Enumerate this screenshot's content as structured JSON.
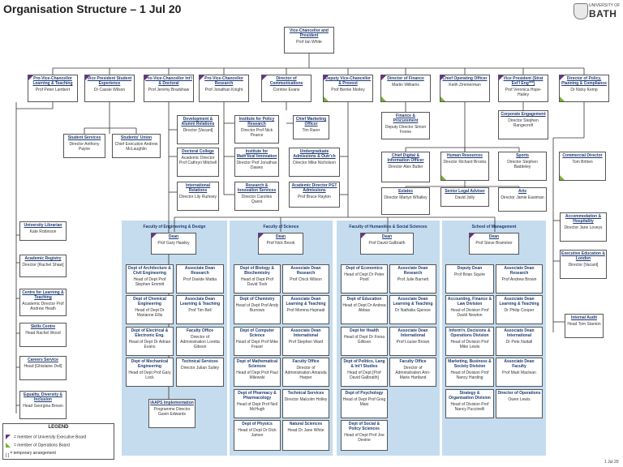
{
  "title": "Organisation Structure – 1 Jul 20",
  "logo": {
    "university": "UNIVERSITY OF",
    "name": "BATH"
  },
  "footer": "1 Jul 20",
  "legend": {
    "title": "LEGEND",
    "ueb": "= member of University Executive Board",
    "ops": "= member of Operations Board",
    "temp_symbol": "[ ]",
    "temp": "= temporary arrangement"
  },
  "faculty_labels": {
    "eng": "Faculty of Engineering & Design",
    "sci": "Faculty of Science",
    "hss": "Faculty of Humanities & Social Sciences",
    "som": "School of Management"
  },
  "boxes": {
    "vc": [
      "Vice-Chancellor and President",
      "Prof Ian White"
    ],
    "pvc_lt": [
      "Pro-Vice-Chancellor Learning & Teaching",
      "Prof Peter Lambert"
    ],
    "vp_se": [
      "Vice President Student Experience",
      "Dr Cassie Wilson"
    ],
    "pvc_int": [
      "Pro-Vice-Chancellor Int'l & Doctoral",
      "Prof Jeremy Bradshaw"
    ],
    "pvc_res": [
      "Pro-Vice-Chancellor Research",
      "Prof Jonathan Knight"
    ],
    "dir_comms": [
      "Director of Communications",
      "Corinne Evans"
    ],
    "dvc": [
      "Deputy Vice-Chancellor & Provost",
      "Prof Bernie Morley"
    ],
    "dir_fin": [
      "Director of Finance",
      "Martin Williams"
    ],
    "coo": [
      "Chief Operating Officer",
      "Keith Zimmerman"
    ],
    "vp_ext": [
      "Vice President (Strat Ext'l Eng***)",
      "Prof Veronica Hope-Hailey"
    ],
    "dir_policy": [
      "Director of Policy, Planning & Compliance",
      "Dr Nicky Kemp"
    ],
    "dev_alumni": [
      "Development & Alumni Relations",
      "Director [Vacant]"
    ],
    "ipr": [
      "Institute for Policy Research",
      "Director Prof Nick Pearce"
    ],
    "cmo": [
      "Chief Marketing Officer",
      "Tim Rarer"
    ],
    "fin_proc": [
      "Finance & Procurement",
      "Deputy Director Simon Fenne"
    ],
    "corp_eng": [
      "Corporate Engagement",
      "Director Stephen Rangecroft"
    ],
    "student_services": [
      "Student Services",
      "Director Anthony Payne"
    ],
    "su": [
      "Students' Union",
      "Chief Executive Andrew McLaughlin"
    ],
    "doc_college": [
      "Doctoral College",
      "Academic Director Prof Cathryn Mitchell"
    ],
    "imi": [
      "Institute for Math'tical Innovation",
      "Director Prof Jonathan Dawes"
    ],
    "ug_adm": [
      "Undergraduate Admissions & Outr'ch",
      "Director Mike Nicholson"
    ],
    "cdio": [
      "Chief Digital & Information Officer",
      "Director Alex Butler"
    ],
    "hr": [
      "Human Resources",
      "Director Richard Brooks"
    ],
    "sports": [
      "Sports",
      "Director Stephen Baddeley"
    ],
    "comm_dir": [
      "Commercial Director",
      "Tom Britten"
    ],
    "intl_rel": [
      "International Relations",
      "Director Lily Rumsey"
    ],
    "ris": [
      "Research & Innovation Services",
      "Director Caroline Quest"
    ],
    "pgt_adm": [
      "Academic Director PGT Admissions",
      "Prof Bruce Rayton"
    ],
    "estates": [
      "Estates",
      "Director Martyn Whalley"
    ],
    "legal": [
      "Senior Legal Adviser",
      "David Jolly"
    ],
    "arts": [
      "Arts",
      "Director Jamie Eastman"
    ],
    "librarian": [
      "University Librarian",
      "Kate Robinson"
    ],
    "registry": [
      "Academic Registry",
      "Director [Rachel Shaw]"
    ],
    "clt": [
      "Centre for Learning & Teaching",
      "Academic Director Prof Andrew Heath"
    ],
    "skills": [
      "Skills Centre",
      "Head Rachel Wood"
    ],
    "careers": [
      "Careers Service",
      "Head [Ghislaine Dell]"
    ],
    "edi": [
      "Equality, Diversity & Inclusion",
      "Head Georgina Brown"
    ],
    "iaaps": [
      "IAAPS Implementation",
      "Programme Director Gavin Edwards"
    ],
    "accom": [
      "Accommodation & Hospitality",
      "Director Jane Loveys"
    ],
    "exec_ed": [
      "Executive Education & London",
      "Director [Vacant]"
    ],
    "audit": [
      "Internal Audit",
      "Head Tom Stanton"
    ],
    "eng_dean": [
      "Dean",
      "Prof Gary Hawley"
    ],
    "e_arch": [
      "Dept of Architecture & Civil Engineering",
      "Head of Dept Prof Stephen Emmitt"
    ],
    "e_adr": [
      "Associate Dean Research",
      "Prof Davide Mattia"
    ],
    "e_chem": [
      "Dept of Chemical Engineering",
      "Head of Dept Dr Marianne Ellis"
    ],
    "e_adlt": [
      "Associate Dean Learning & Teaching",
      "Prof Tim Bell"
    ],
    "e_elec": [
      "Dept of Electrical & Electronic Eng.",
      "Head of Dept Dr Adrian Evans"
    ],
    "e_fac": [
      "Faculty Office",
      "Director of Administration Loretta Gibson"
    ],
    "e_mech": [
      "Dept of Mechanical Engineering",
      "Head of Dept Prof Gary Lock"
    ],
    "e_tech": [
      "Technical Services",
      "Director Julian Sulley"
    ],
    "sci_dean": [
      "Dean",
      "Prof Nick Brook"
    ],
    "s_bio": [
      "Dept of Biology & Biochemistry",
      "Head of Dept Prof David Tosh"
    ],
    "s_adr": [
      "Associate Dean Research",
      "Prof Chick Wilson"
    ],
    "s_chem": [
      "Dept of Chemistry",
      "Head of Dept Prof Andy Burrows"
    ],
    "s_adlt": [
      "Associate Dean Learning & Teaching",
      "Prof Momna Hejmadi"
    ],
    "s_cs": [
      "Dept of Computer Science",
      "Head of Dept Prof Mike Fraser"
    ],
    "s_adi": [
      "Associate Dean International",
      "Prof Stephen Ward"
    ],
    "s_math": [
      "Dept of Mathematical Sciences",
      "Head of Dept Prof Paul Milewski"
    ],
    "s_fac": [
      "Faculty Office",
      "Director of Administration Amanda Harper"
    ],
    "s_pharm": [
      "Dept of Pharmacy & Pharmacology",
      "Head of Dept Prof Neil McHugh"
    ],
    "s_tech": [
      "Technical Services",
      "Director Malcolm Holley"
    ],
    "s_phys": [
      "Dept of Physics",
      "Head of Dept Dr Dick James"
    ],
    "s_nat": [
      "Natural Sciences",
      "Head Dr Jane White"
    ],
    "hss_dean": [
      "Dean",
      "Prof David Galbraith"
    ],
    "h_econ": [
      "Dept of Economics",
      "Head of Dept Dr Peter Postl"
    ],
    "h_adr": [
      "Associate Dean Research",
      "Prof Julie Barnett"
    ],
    "h_edu": [
      "Dept of Education",
      "Head of Dept Dr Andrea Abbas"
    ],
    "h_adlt": [
      "Associate Dean Learning & Teaching",
      "Dr Nathalia Gjersoe"
    ],
    "h_health": [
      "Dept for Health",
      "Head of Dept Dr Fiona Gillison"
    ],
    "h_adi": [
      "Associate Dean International",
      "Prof Louise Brown"
    ],
    "h_pol": [
      "Dept of Politics, Lang & Int'l Studies",
      "Head of Dept [Prof David Galbraith]"
    ],
    "h_fac": [
      "Faculty Office",
      "Director of Administration Ann-Marie Hartland"
    ],
    "h_psy": [
      "Dept of Psychology",
      "Head of Dept Prof Greg Maio"
    ],
    "h_sps": [
      "Dept of Social & Policy Sciences",
      "Head of Dept Prof Joe Devine"
    ],
    "som_dean": [
      "Dean",
      "Prof Steve Brammer"
    ],
    "m_dd": [
      "Deputy Dean",
      "Prof Brian Squire"
    ],
    "m_adr": [
      "Associate Dean Research",
      "Prof Andrew Brown"
    ],
    "m_acc": [
      "Accounting, Finance & Law Division",
      "Head of Division Prof David Newton"
    ],
    "m_adlt": [
      "Associate Dean Learning & Teaching",
      "Dr Philip Cooper"
    ],
    "m_iod": [
      "Inform'n, Decisions & Operations Division",
      "Head of Division Prof Mike Lewis"
    ],
    "m_adi": [
      "Associate Dean International",
      "Dr Pete Nuttall"
    ],
    "m_mkt": [
      "Marketing, Business & Society Division",
      "Head of Division Prof Nancy Harding"
    ],
    "m_adf": [
      "Associate Dean Faculty",
      "Prof Mairi Maclean"
    ],
    "m_strat": [
      "Strategy & Organisation Division",
      "Head of Division Prof Nancy Puccinelli"
    ],
    "m_ops": [
      "Director of Operations",
      "Owen Lewis"
    ]
  }
}
